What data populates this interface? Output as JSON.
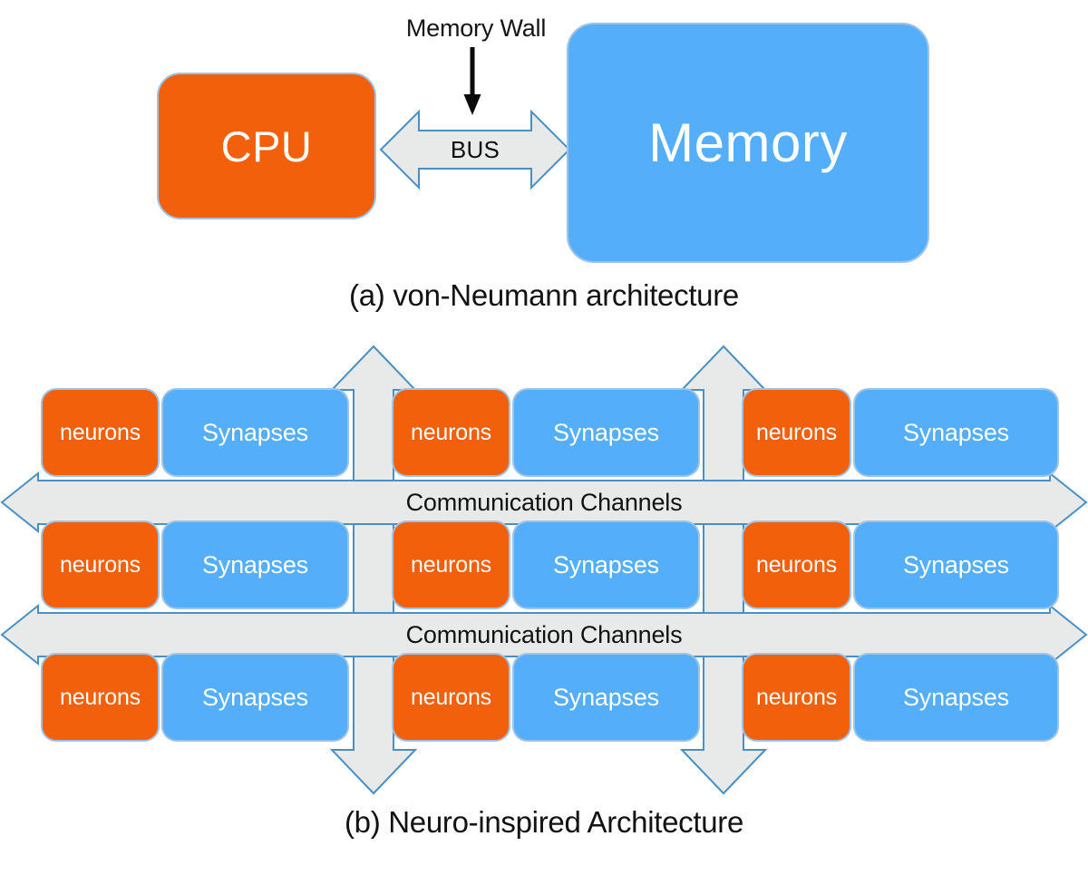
{
  "figure": {
    "title_semantic": "von-Neumann versus neuro-inspired architecture comparison",
    "colors": {
      "orange": "#F2600C",
      "blue": "#55AEFA",
      "arrow_fill": "#E8EAE9",
      "arrow_border": "#4A90C4",
      "box_border": "#9DC3E6",
      "text_dark": "#121212",
      "text_light": "#FFFFFF",
      "background": "#FFFFFF"
    }
  },
  "panel_a": {
    "caption": "(a) von-Neumann architecture",
    "memory_wall_label": "Memory Wall",
    "cpu_label": "CPU",
    "memory_label": "Memory",
    "bus_label": "BUS",
    "memory_wall_arrow_icon": "down-arrow-icon",
    "bus_arrow_icon": "double-headed-horizontal-arrow-icon"
  },
  "panel_b": {
    "caption": "(b) Neuro-inspired Architecture",
    "channel_label": "Communication Channels",
    "vertical_arrow_icon": "double-headed-vertical-arrow-icon",
    "horizontal_arrow_icon": "double-headed-horizontal-arrow-icon",
    "labels": {
      "neurons": "neurons",
      "synapses": "Synapses"
    },
    "rows": [
      {
        "index": 1,
        "cores": [
          {
            "neurons": "neurons",
            "synapses": "Synapses"
          },
          {
            "neurons": "neurons",
            "synapses": "Synapses"
          },
          {
            "neurons": "neurons",
            "synapses": "Synapses"
          }
        ]
      },
      {
        "index": 2,
        "cores": [
          {
            "neurons": "neurons",
            "synapses": "Synapses"
          },
          {
            "neurons": "neurons",
            "synapses": "Synapses"
          },
          {
            "neurons": "neurons",
            "synapses": "Synapses"
          }
        ]
      },
      {
        "index": 3,
        "cores": [
          {
            "neurons": "neurons",
            "synapses": "Synapses"
          },
          {
            "neurons": "neurons",
            "synapses": "Synapses"
          },
          {
            "neurons": "neurons",
            "synapses": "Synapses"
          }
        ]
      }
    ],
    "channels": [
      {
        "index": 1,
        "label": "Communication Channels"
      },
      {
        "index": 2,
        "label": "Communication Channels"
      }
    ]
  }
}
